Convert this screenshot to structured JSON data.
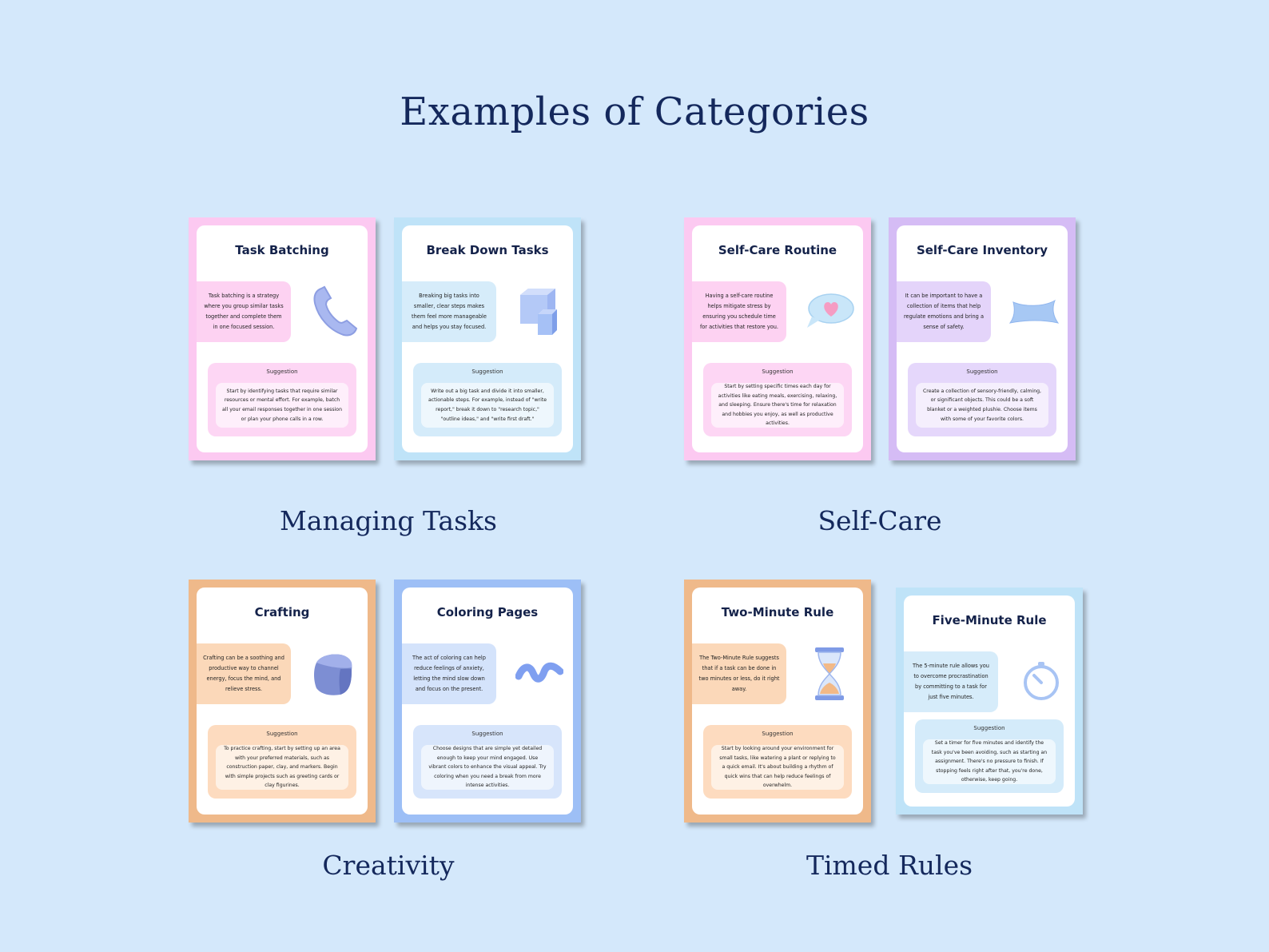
{
  "title": "Examples of Categories",
  "categories": [
    {
      "label": "Managing Tasks",
      "cards": [
        {
          "title": "Task Batching",
          "theme": "pink",
          "icon": "phone-icon",
          "description": "Task batching is a strategy where you group similar tasks together and complete them in one focused session.",
          "suggestion_label": "Suggestion",
          "suggestion": "Start by identifying tasks that require similar resources or mental effort. For example, batch all your email responses together in one session or plan your phone calls in a row."
        },
        {
          "title": "Break Down Tasks",
          "theme": "blue",
          "icon": "cubes-icon",
          "description": "Breaking big tasks into smaller, clear steps makes them feel more manageable and helps you stay focused.",
          "suggestion_label": "Suggestion",
          "suggestion": "Write out a big task and divide it into smaller, actionable steps. For example, instead of \"write report,\" break it down to \"research topic,\" \"outline ideas,\" and \"write first draft.\""
        }
      ]
    },
    {
      "label": "Self-Care",
      "cards": [
        {
          "title": "Self-Care Routine",
          "theme": "pink",
          "icon": "heart-bubble-icon",
          "description": "Having a self-care routine helps mitigate stress by ensuring you schedule time for activities that restore you.",
          "suggestion_label": "Suggestion",
          "suggestion": "Start by setting specific times each day for activities like eating meals, exercising, relaxing, and sleeping. Ensure there's time for relaxation and hobbies you enjoy, as well as productive activities."
        },
        {
          "title": "Self-Care Inventory",
          "theme": "purple",
          "icon": "pillow-icon",
          "description": "It can be important to have a collection of items that help regulate emotions and bring a sense of safety.",
          "suggestion_label": "Suggestion",
          "suggestion": "Create a collection of sensory-friendly, calming, or significant objects. This could be a soft blanket or a weighted plushie. Choose items with some of your favorite colors."
        }
      ]
    },
    {
      "label": "Creativity",
      "cards": [
        {
          "title": "Crafting",
          "theme": "orange",
          "icon": "clay-cube-icon",
          "description": "Crafting can be a soothing and productive way to channel energy, focus the mind, and relieve stress.",
          "suggestion_label": "Suggestion",
          "suggestion": "To practice crafting, start by setting up an area with your preferred materials, such as construction paper, clay, and markers. Begin with simple projects such as greeting cards or clay figurines."
        },
        {
          "title": "Coloring Pages",
          "theme": "periwinkle",
          "icon": "squiggle-icon",
          "description": "The act of coloring can help reduce feelings of anxiety, letting the mind slow down and focus on the present.",
          "suggestion_label": "Suggestion",
          "suggestion": "Choose designs that are simple yet detailed enough to keep your mind engaged. Use vibrant colors to enhance the visual appeal. Try coloring when you need a break from more intense activities."
        }
      ]
    },
    {
      "label": "Timed Rules",
      "cards": [
        {
          "title": "Two-Minute Rule",
          "theme": "orange",
          "icon": "hourglass-icon",
          "description": "The Two-Minute Rule suggests that if a task can be done in two minutes or less, do it right away.",
          "suggestion_label": "Suggestion",
          "suggestion": "Start by looking around your environment for small tasks, like watering a plant or replying to a quick email. It's about building a rhythm of quick wins that can help reduce feelings of overwhelm."
        },
        {
          "title": "Five-Minute Rule",
          "theme": "blue",
          "icon": "timer-icon",
          "description": "The 5-minute rule allows you to overcome procrastination by committing to a task for just five minutes.",
          "suggestion_label": "Suggestion",
          "suggestion": "Set a timer for five minutes and identify the task you've been avoiding, such as starting an assignment. There's no pressure to finish. If stopping feels right after that, you're done, otherwise, keep going."
        }
      ]
    }
  ]
}
